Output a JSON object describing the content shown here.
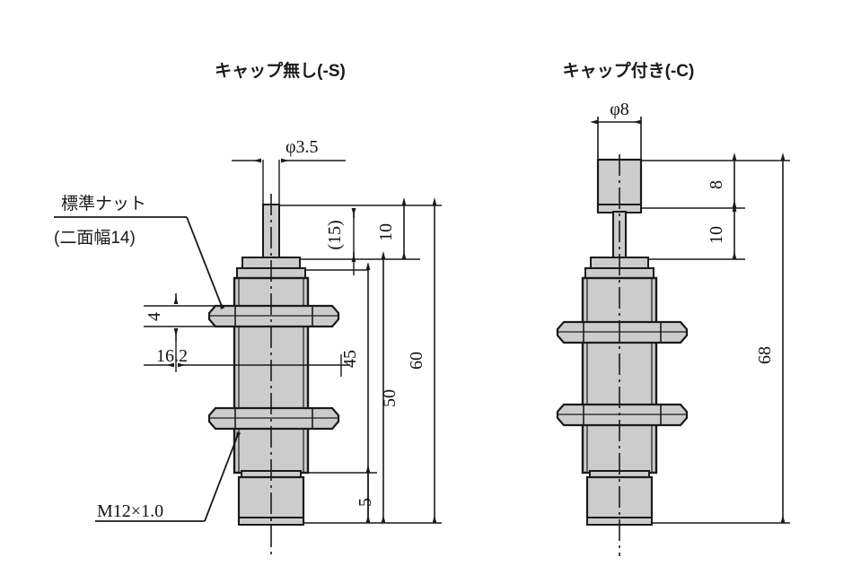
{
  "drawing": {
    "background_color": "#ffffff",
    "line_color": "#1a1a1a",
    "body_fill_color": "#cccccc",
    "nut_fill_color": "#cccccc",
    "views": [
      {
        "id": "view-no-cap",
        "title": "キャップ無し(-S)",
        "dimensions": {
          "shaft_dia": "φ3.5",
          "nut_thickness": "4",
          "nut_offset": "16.2",
          "shaft_protrusion_ref": "(15)",
          "head_to_body": "10",
          "body_length": "45",
          "mid_length": "50",
          "thread_end": "5",
          "overall_length": "60"
        },
        "callouts": [
          {
            "id": "standard-nut",
            "line1": "標準ナット",
            "line2": "(二面幅14)"
          },
          {
            "id": "thread-spec",
            "line1": "M12×1.0"
          }
        ]
      },
      {
        "id": "view-with-cap",
        "title": "キャップ付き(-C)",
        "dimensions": {
          "cap_dia": "φ8",
          "cap_height": "8",
          "cap_gap": "10",
          "overall_length": "68"
        },
        "callouts": []
      }
    ]
  }
}
